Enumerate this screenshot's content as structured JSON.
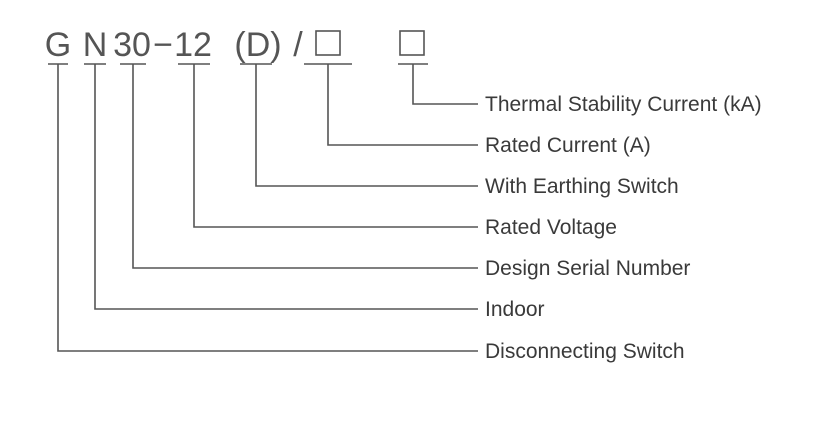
{
  "model_code": {
    "segments": [
      {
        "id": "g",
        "text": "G"
      },
      {
        "id": "n",
        "text": "N"
      },
      {
        "id": "serial",
        "text": "30"
      },
      {
        "id": "dash",
        "text": "−"
      },
      {
        "id": "voltage",
        "text": "12"
      },
      {
        "id": "earthing",
        "text": "(D)"
      },
      {
        "id": "slash",
        "text": "/"
      },
      {
        "id": "current",
        "text": "□"
      },
      {
        "id": "thermal",
        "text": "□"
      }
    ]
  },
  "labels": [
    {
      "key": "thermal",
      "text": "Thermal Stability Current (kA)"
    },
    {
      "key": "current",
      "text": "Rated Current (A)"
    },
    {
      "key": "earthing",
      "text": "With Earthing Switch"
    },
    {
      "key": "voltage",
      "text": "Rated Voltage"
    },
    {
      "key": "serial",
      "text": "Design Serial Number"
    },
    {
      "key": "n",
      "text": "Indoor"
    },
    {
      "key": "g",
      "text": "Disconnecting Switch"
    }
  ],
  "colors": {
    "line": "#555555",
    "text": "#3a3a3a",
    "code": "#555555"
  }
}
